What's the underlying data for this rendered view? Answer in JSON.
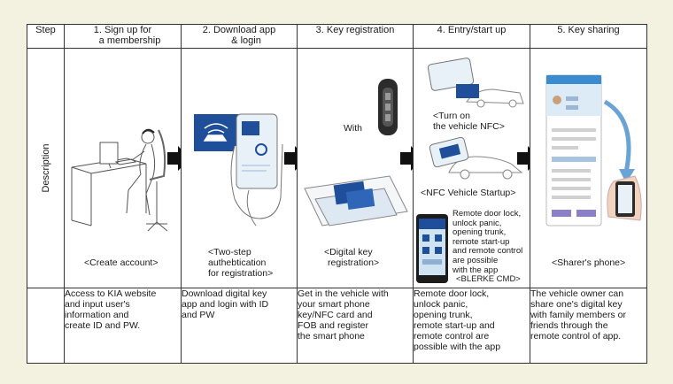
{
  "table": {
    "headers": {
      "step": "Step",
      "s1_line1": "1. Sign up for",
      "s1_line2": "a membership",
      "s2_line1": "2. Download app",
      "s2_line2": "& login",
      "s3": "3. Key registration",
      "s4": "4. Entry/start up",
      "s5": "5. Key sharing"
    },
    "row_label": "Description",
    "diagram": {
      "s1_caption": "<Create account>",
      "s2_caption_l1": "<Two-step",
      "s2_caption_l2": "authebtication",
      "s2_caption_l3": "for registration>",
      "s3_with": "With",
      "s3_caption_l1": "<Digital key",
      "s3_caption_l2": "registration>",
      "s4_nfc_l1": "<Turn on",
      "s4_nfc_l2": "the vehicle NFC>",
      "s4_startup": "<NFC Vehicle Startup>",
      "s4_remote_l1": "Remote door lock,",
      "s4_remote_l2": "unlock panic,",
      "s4_remote_l3": "opening trunk,",
      "s4_remote_l4": "remote start-up",
      "s4_remote_l5": "and remote control",
      "s4_remote_l6": "are possible",
      "s4_remote_l7": "with the app",
      "s4_blerke": "<BLERKE CMD>",
      "s5_caption": "<Sharer's phone>"
    },
    "descriptions": {
      "s1": [
        "Access to KIA website",
        "and input user's",
        "information and",
        "create ID and PW."
      ],
      "s2": [
        "Download digital key",
        "app and login with ID",
        "and PW"
      ],
      "s3": [
        "Get in the vehicle with",
        "your smart phone",
        "key/NFC card and",
        "FOB and register",
        "the smart phone"
      ],
      "s4": [
        "Remote door lock,",
        "unlock panic,",
        "opening trunk,",
        "remote start-up and",
        "remote control are",
        "possible with the app"
      ],
      "s5": [
        "The vehicle owner can",
        "share one's digital key",
        "with family members or",
        "friends through the",
        "remote control of app."
      ]
    }
  },
  "colors": {
    "background": "#f3f1e0",
    "arrow": "#111111",
    "card_blue": "#1f4e9a",
    "phone_screen": "#cfe3f2"
  }
}
